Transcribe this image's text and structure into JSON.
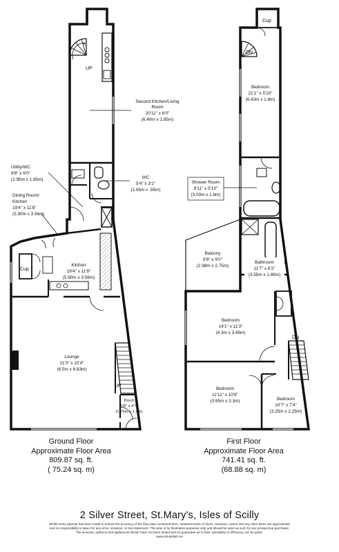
{
  "property": {
    "address": "2 Silver Street, St.Mary's, Isles of Scilly",
    "disclaimer": [
      "Whilst every attempt has been made to ensure the accuracy of the floor plan contained here, measurements of doors, windows, rooms and any other items are approximate",
      "and no responsibility is taken for any error, omission, or mis-statement. This plan is for illustrative purposes only and should be used as such by any prospective purchaser.",
      "The services, systems and appliances shown have not been tested and no guarantee as to their operability or efficiency can be given.",
      "www.virtual360.net"
    ]
  },
  "floors": {
    "ground": {
      "title": "Ground Floor",
      "subtitle": "Approximate Floor Area",
      "area_sqft": "809.87 sq. ft.",
      "area_sqm": "( 75.24 sq. m)"
    },
    "first": {
      "title": "First Floor",
      "subtitle": "Approximate Floor Area",
      "area_sqft": "741.41 sq. ft.",
      "area_sqm": "(68.88 sq. m)"
    }
  },
  "rooms": {
    "second_kitchen": {
      "name1": "Second Kitchen/Living",
      "name2": "Room",
      "dims": "20'11\" x 6'0\"",
      "metric": "(6.40m x 1.85m)"
    },
    "utility_wc": {
      "name": "Utility/WC",
      "dims": "9'8\" x 6'0\"",
      "metric": "(2.95m x 1.85m)"
    },
    "wc": {
      "name": "WC",
      "dims": "5'4\" x 3'1\"",
      "metric": "(1.65m x .95m)"
    },
    "dining_room": {
      "name1": "Dining Room/",
      "name2": "Kitchen",
      "dims": "19'4\" x 11'8\"",
      "metric": "(5.90m x 3.56m)"
    },
    "kitchen": {
      "name": "Kitchen",
      "dims": "19'4\" x 11'8\"",
      "metric": "(5.90m x 3.56m)"
    },
    "lounge": {
      "name": "Lounge",
      "dims": "21'3\" x 22'4\"",
      "metric": "(6.5m x 6.83m)"
    },
    "porch": {
      "name": "Porch",
      "dims": "5'8\" x 4'7\"",
      "metric": "(1.75m x 1.4m)"
    },
    "gf_cupboard": {
      "name": "Cup"
    },
    "ff_bedroom_top": {
      "name": "Bedroom",
      "dims": "21'1\" x 5'10\"",
      "metric": "(6.43m x 1.8m)"
    },
    "shower_room": {
      "name": "Shower Room",
      "dims": "9'11\" x 5'10\"",
      "metric": "(3.03m x 1.8m)"
    },
    "balcony": {
      "name": "Balcony",
      "dims": "9'9\" x 9'0\"",
      "metric": "(2.98m x 2.75m)"
    },
    "bathroom": {
      "name": "Bathroom",
      "dims": "11'7\" x 6'2\"",
      "metric": "(3.55m x 1.89m)"
    },
    "ff_bedroom_mid": {
      "name": "Bedroom",
      "dims": "14'1\" x 11'3\"",
      "metric": "(4.3m x 3.45m)"
    },
    "ff_bedroom_bl": {
      "name": "Bedroom",
      "dims": "11'11\" x 10'9\"",
      "metric": "(3.65m x 3.3m)"
    },
    "ff_bedroom_br": {
      "name": "Bedroom",
      "dims": "10'7\" x 7'4\"",
      "metric": "(3.25m x 2.25m)"
    },
    "ff_cupboard": {
      "name": "Cup"
    }
  },
  "stairs": {
    "gf_up_top": "UP",
    "gf_up_lounge": "UP",
    "ff_dn_top": "DN",
    "ff_dn_right": "DN"
  }
}
